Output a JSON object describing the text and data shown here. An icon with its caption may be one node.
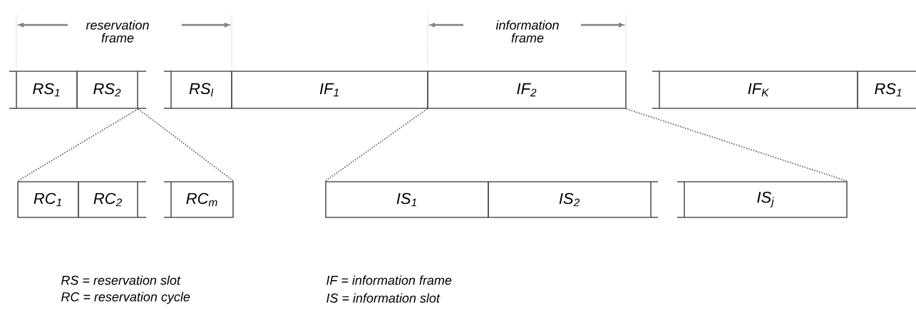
{
  "diagram": {
    "nodes": [
      {
        "text": [
          "RS$_{1}$"
        ]
      },
      {
        "text": [
          "RS$_{2}$"
        ]
      },
      {
        "text": [
          "RS$_{l}$"
        ]
      },
      {
        "text": [
          "IF$_{1}$"
        ]
      },
      {
        "text": [
          "IF$_{2}$"
        ]
      },
      {
        "text": [
          "IF$_{K}$"
        ]
      },
      {
        "text": [
          "RS$_{1}$"
        ]
      },
      {
        "text": [
          "RC$_{1}$"
        ]
      },
      {
        "text": [
          "RC$_{2}$"
        ]
      },
      {
        "text": [
          "RC$_{m}$"
        ]
      },
      {
        "text": [
          "IS$_{1}$"
        ]
      },
      {
        "text": [
          "IS$_{2}$"
        ]
      },
      {
        "text": [
          "IS$_{j}$"
        ]
      }
    ],
    "edges": [
      {
        "from": 1,
        "to": 7,
        "arrow": "none",
        "style": "dashed"
      },
      {
        "from": 1,
        "to": 9,
        "arrow": "none",
        "style": "dashed"
      },
      {
        "from": 4,
        "to": 10,
        "arrow": "none",
        "style": "dashed"
      },
      {
        "from": 4,
        "to": 12,
        "arrow": "none",
        "style": "dashed"
      }
    ],
    "labels": [
      "reservation frame",
      "information frame",
      "RS = reservation slot",
      "RC = reservation cycle",
      "IF = information frame",
      "IS = information slot"
    ]
  }
}
